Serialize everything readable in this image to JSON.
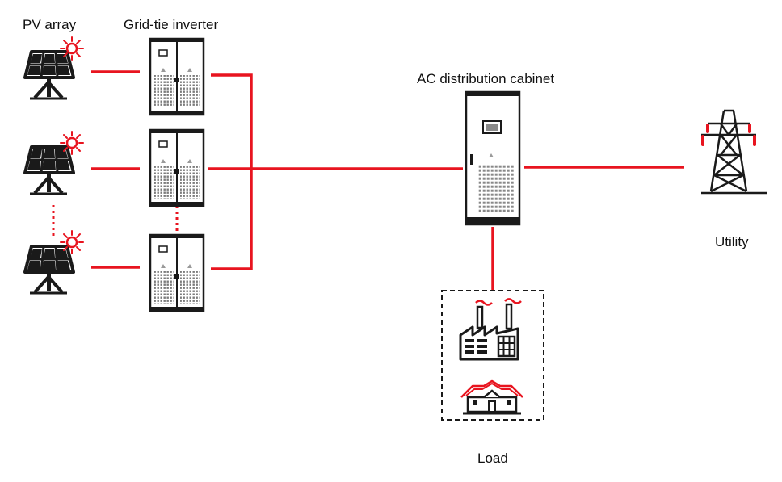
{
  "labels": {
    "pv_array": "PV array",
    "inverter": "Grid-tie inverter",
    "ac_cabinet": "AC distribution cabinet",
    "utility": "Utility",
    "load": "Load"
  },
  "colors": {
    "line": "#e8141f",
    "ink": "#1a1a1a",
    "red_accent": "#e8141f"
  },
  "icons": {
    "pv": "solar-panel-icon",
    "inverter": "inverter-cabinet-icon",
    "cabinet": "ac-distribution-cabinet-icon",
    "utility": "transmission-tower-icon",
    "factory": "factory-icon",
    "house": "house-icon"
  }
}
